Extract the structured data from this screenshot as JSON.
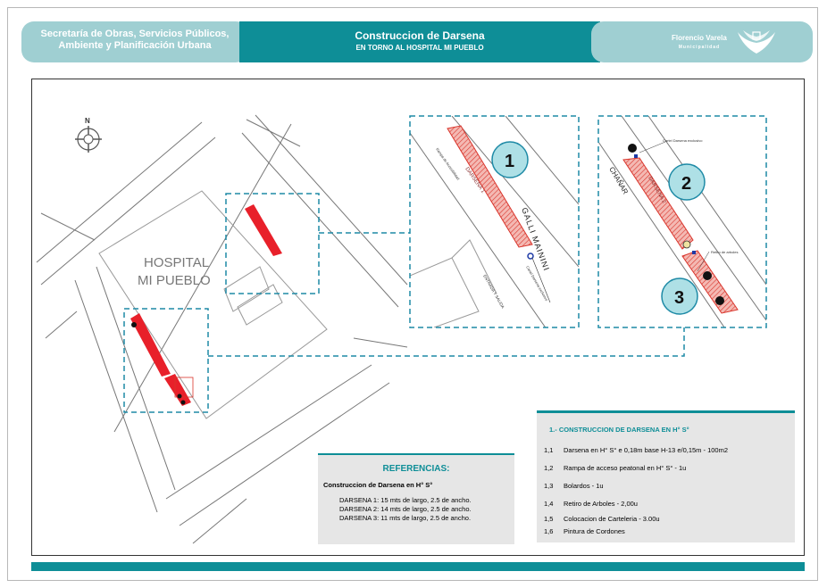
{
  "header": {
    "left_line1": "Secretaría de Obras, Servicios Públicos,",
    "left_line2": "Ambiente y Planificación Urbana",
    "title": "Construccion de Darsena",
    "subtitle": "EN TORNO AL HOSPITAL MI PUEBLO",
    "brand": "Florencio Varela",
    "brand_sub": "Municipalidad"
  },
  "map": {
    "north": "N",
    "hospital_line1": "HOSPITAL",
    "hospital_line2": "MI PUEBLO",
    "street_galli": "GALLI MAININI",
    "street_chanar": "CHAÑAR",
    "darsena_label_1": "DARSENA 1",
    "darsena_label_2": "DARSENA 2",
    "marker_1": "1",
    "marker_2": "2",
    "marker_3": "3",
    "note_rampa": "Rampa de Accesibilidad",
    "note_cartel": "Cartel Darsena exclusivo",
    "note_entrada": "ENTRADA Y SALIDA",
    "note_retiro": "Retiro de arboles"
  },
  "refs": {
    "title": "REFERENCIAS:",
    "subtitle": "Construccion de Darsena en H° S°",
    "line1": "DARSENA 1: 15 mts de largo, 2.5 de ancho.",
    "line2": "DARSENA 2: 14 mts de largo, 2.5 de ancho.",
    "line3": "DARSENA 3: 11 mts de largo, 2.5 de ancho."
  },
  "items": {
    "head": "1.-   CONSTRUCCION DE DARSENA EN H° S°",
    "rows": [
      {
        "num": "1,1",
        "text": "Darsena en H° S° e 0,18m base H-13 e/0,15m - 100m2"
      },
      {
        "num": "1,2",
        "text": "Rampa de acceso peatonal en H° S° - 1u"
      },
      {
        "num": "1,3",
        "text": "Bolardos - 1u"
      },
      {
        "num": "1,4",
        "text": "Retiro de Arboles - 2,00u"
      },
      {
        "num": "1,5",
        "text": "Colocacion de Carteleria - 3.00u"
      },
      {
        "num": "1,6",
        "text": "Pintura de Cordones"
      }
    ]
  },
  "colors": {
    "accent": "#0e8e97",
    "accent_light": "#9fcfd2",
    "darsena": "#e8202a",
    "marker": "#aee0e6"
  }
}
